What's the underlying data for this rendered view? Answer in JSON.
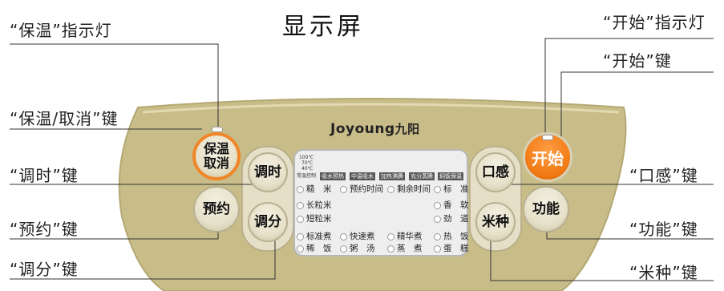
{
  "title": "显示屏",
  "brand": {
    "latin": "Joyoung",
    "cn": "九阳"
  },
  "callouts": {
    "keep_warm_indicator": "“保温”指示灯",
    "keep_warm_cancel_key": "“保温/取消”键",
    "hour_key": "“调时”键",
    "preset_key": "“预约”键",
    "minute_key": "“调分”键",
    "start_indicator": "“开始”指示灯",
    "start_key": "“开始”键",
    "taste_key": "“口感”键",
    "function_key": "“功能”键",
    "rice_type_key": "“米种”键"
  },
  "buttons": {
    "keep_warm_line1": "保温",
    "keep_warm_line2": "取消",
    "hour": "调时",
    "preset": "预约",
    "minute": "调分",
    "start": "开始",
    "taste": "口感",
    "function": "功能",
    "rice_type": "米种"
  },
  "display": {
    "temps": [
      "100℃",
      "70℃",
      "40℃",
      "常温控制"
    ],
    "stages": [
      "吸水预热",
      "中温吸水",
      "加热沸腾",
      "充分蒸腾",
      "焖饭保温"
    ],
    "row1": {
      "left": "糙　米",
      "mid1": "预约时间",
      "mid2": "剩余时间",
      "right": "标　准"
    },
    "left_items": [
      "长粒米",
      "短粒米"
    ],
    "right_items": [
      "香　软",
      "劲　道"
    ],
    "bottom_row1": [
      "标准煮",
      "快速煮",
      "精华煮",
      "热　饭"
    ],
    "bottom_row2": [
      "稀　饭",
      "粥　汤",
      "蒸　煮",
      "蛋　糕"
    ]
  },
  "colors": {
    "panel": "#c8bc89",
    "start_button": "#f27b14",
    "keep_warm_ring": "#f18628"
  }
}
